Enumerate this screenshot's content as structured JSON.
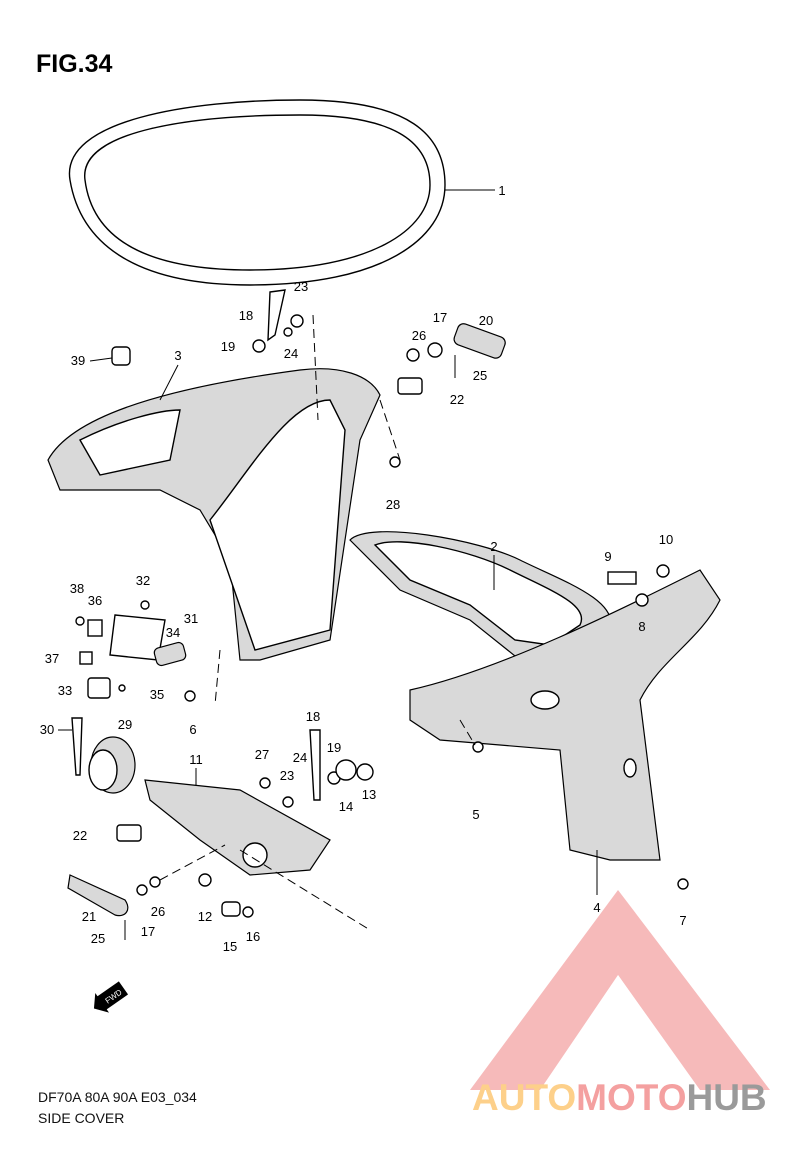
{
  "figure": {
    "title": "FIG.34"
  },
  "footer": {
    "model": "DF70A 80A 90A E03_034",
    "name": "SIDE COVER"
  },
  "fwd_arrow": "FWD",
  "callouts": [
    "1",
    "23",
    "18",
    "20",
    "17",
    "26",
    "19",
    "24",
    "39",
    "3",
    "25",
    "22",
    "28",
    "2",
    "10",
    "9",
    "38",
    "36",
    "32",
    "31",
    "34",
    "8",
    "37",
    "33",
    "35",
    "6",
    "18",
    "30",
    "29",
    "11",
    "27",
    "24",
    "19",
    "23",
    "13",
    "14",
    "5",
    "22",
    "4",
    "26",
    "21",
    "12",
    "17",
    "7",
    "16",
    "25",
    "15"
  ],
  "watermark": {
    "text_a": "AUTO",
    "text_b": "MOTO",
    "text_c": "HUB",
    "colors": {
      "auto": "#fdd08a",
      "moto": "#f4a0a0",
      "hub": "#9a9a9a"
    }
  }
}
